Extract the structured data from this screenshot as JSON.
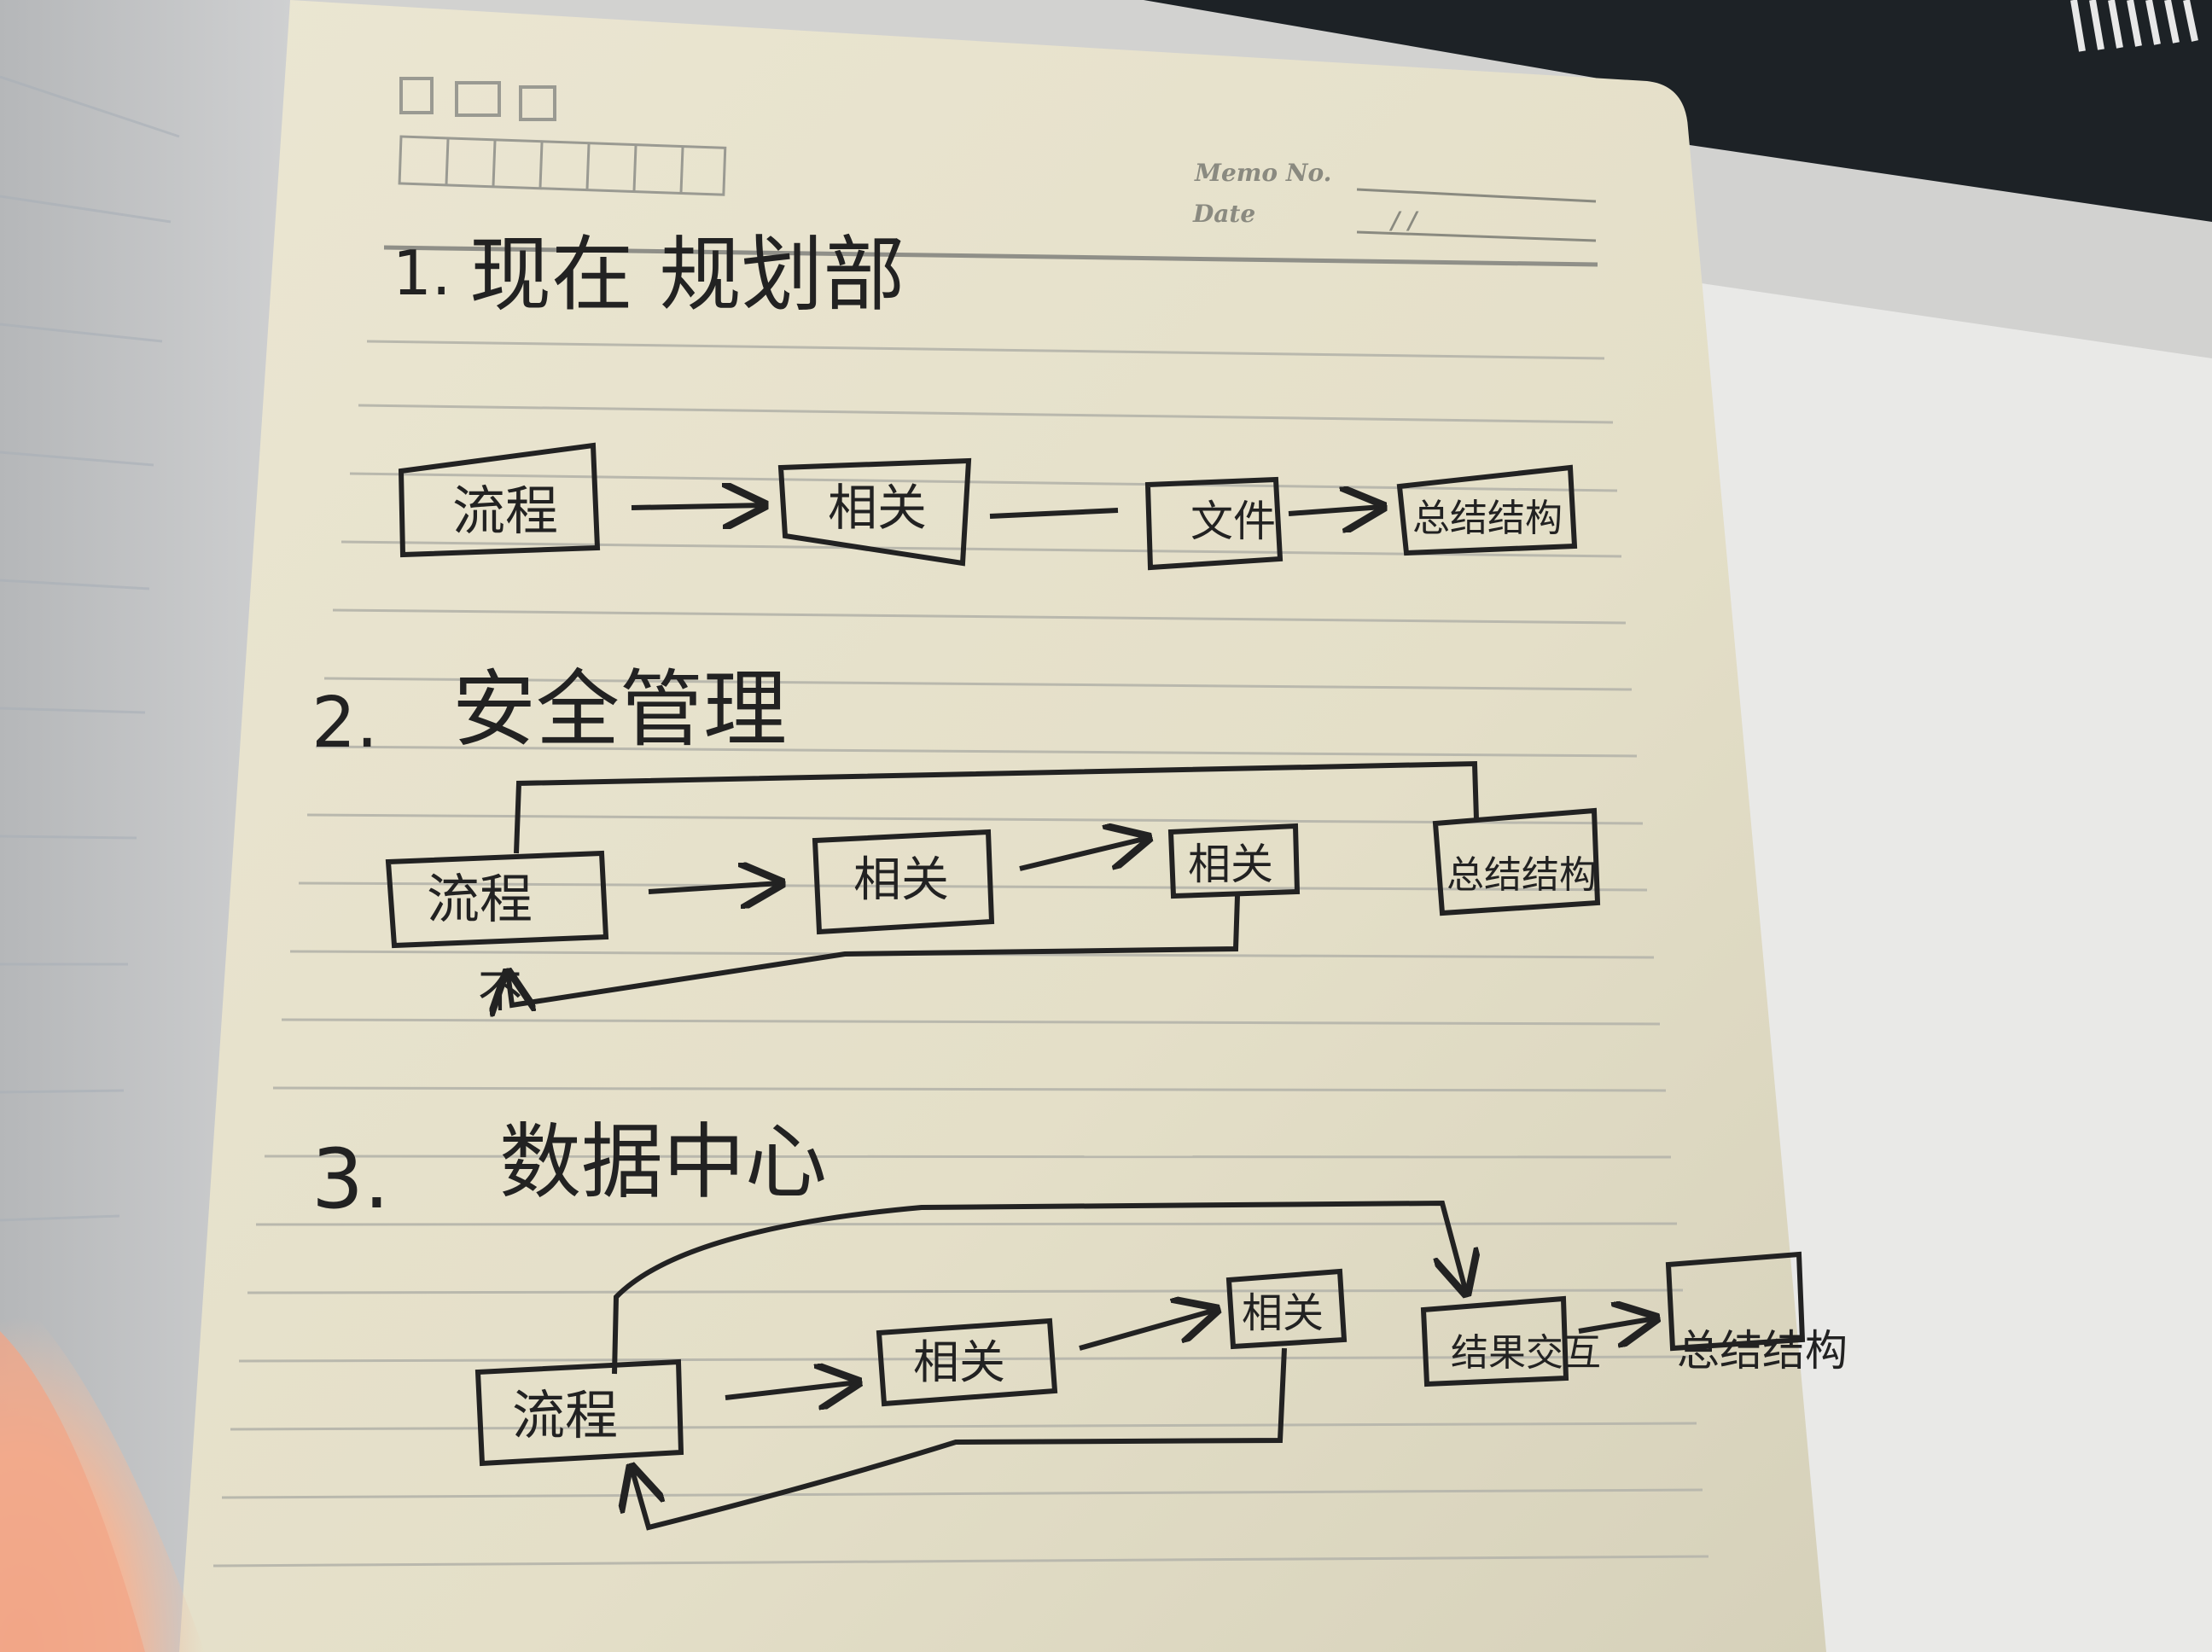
{
  "header": {
    "memo_label": "Memo No.",
    "date_label": "Date",
    "date_separators": "/          /"
  },
  "sections": [
    {
      "number": "1.",
      "title": "现在 规划部",
      "boxes": [
        "流程",
        "相关",
        "文件",
        "总结结构"
      ]
    },
    {
      "number": "2.",
      "title": "安全管理",
      "boxes": [
        "流程",
        "相关",
        "相关",
        "总结结构"
      ],
      "note": "不"
    },
    {
      "number": "3.",
      "title": "数据中心",
      "boxes": [
        "流程",
        "相关",
        "相关",
        "结果交互",
        "总结结构"
      ]
    }
  ],
  "colors": {
    "paper": "#e7e2cc",
    "ink": "#222222",
    "rule_lines": "#b9b8ad",
    "background": "#cfcfcf",
    "device": "#1d2226"
  }
}
